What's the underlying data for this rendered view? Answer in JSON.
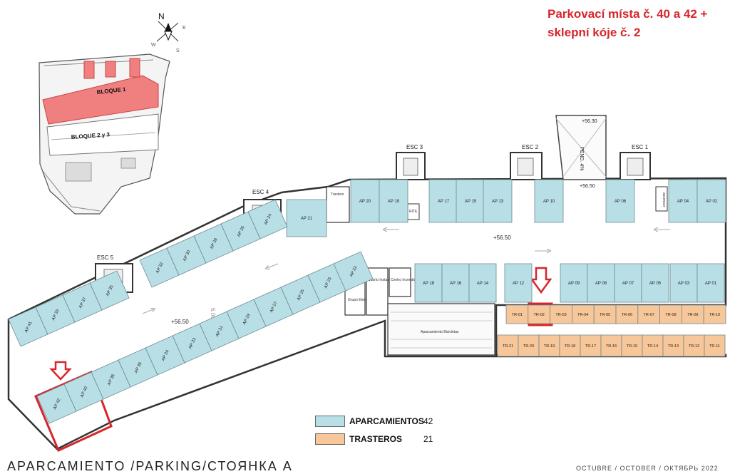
{
  "headline": {
    "line1": "Parkovací místa č. 40 a 42 +",
    "line2": "sklepní kóje č. 2"
  },
  "colors": {
    "parking": "#b9dfe6",
    "storage": "#f7c79a",
    "highlight": "#d6262b",
    "inset_block": "#f07f7f"
  },
  "compass": {
    "n": "N",
    "e": "E",
    "s": "S",
    "w": "W"
  },
  "inset": {
    "bloque1": "BLOQUE 1",
    "bloque23": "BLOQUE 2 y 3"
  },
  "stairs": {
    "esc1": "ESC 1",
    "esc2": "ESC 2",
    "esc3": "ESC 3",
    "esc4": "ESC 4",
    "esc5": "ESC 5"
  },
  "levels": {
    "ramp_top": "+56.30",
    "ramp_mid": "+56.50",
    "aisle_right": "+56.50",
    "aisle_left": "+56.50",
    "ramp_slope": "PEND. 4%",
    "aisle_width": "6.00"
  },
  "rooms": {
    "trastero": "Trastero",
    "ascensor": "ascensor",
    "grupo": "Grupo Electrógeno",
    "cuarto": "Cuarto Instalaciones",
    "control": "Centro Incendios",
    "aparcamiento_bicis": "Aparcamiento Bicicletas",
    "rite": "RITE"
  },
  "parking_top": [
    "AP 20",
    "AP 19",
    "AP 17",
    "AP 15",
    "AP 13",
    "AP 10",
    "AP 06",
    "AP 04",
    "AP 02"
  ],
  "parking_mid": [
    "AP 18",
    "AP 16",
    "AP 14",
    "AP 12",
    "AP 09",
    "AP 08",
    "AP 07",
    "AP 05",
    "AP 03",
    "AP 01"
  ],
  "parking_ap21": "AP 21",
  "parking_wing_upper": [
    "AP 41",
    "AP 39",
    "AP 37",
    "AP 35",
    "AP 32",
    "AP 30",
    "AP 28",
    "AP 26",
    "AP 24"
  ],
  "parking_wing_lower": [
    "AP 42",
    "AP 40",
    "AP 38",
    "AP 36",
    "AP 34",
    "AP 33",
    "AP 31",
    "AP 29",
    "AP 27",
    "AP 25",
    "AP 23",
    "AP 22"
  ],
  "storage_row1": [
    "TR-01",
    "TR-02",
    "TR-03",
    "TR-04",
    "TR-05",
    "TR-06",
    "TR-07",
    "TR-08",
    "TR-09",
    "TR-10"
  ],
  "storage_row2": [
    "TR-21",
    "TR-20",
    "TR-19",
    "TR-18",
    "TR-17",
    "TR-16",
    "TR-15",
    "TR-14",
    "TR-13",
    "TR-12",
    "TR-11"
  ],
  "legend": [
    {
      "label": "APARCAMIENTOS",
      "count": "42"
    },
    {
      "label": "TRASTEROS",
      "count": "21"
    }
  ],
  "footer": {
    "title": "APARCAMIENTO /PARKING/СТОЯНКА  A",
    "date": "OCTUBRE / OCTOBER / ОКТЯБРЬ  2022"
  }
}
